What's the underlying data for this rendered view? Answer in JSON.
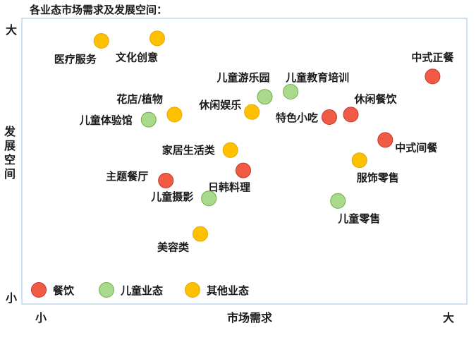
{
  "chart_data": {
    "type": "scatter",
    "title": "各业态市场需求及发展空间：",
    "xlabel": "市场需求",
    "ylabel": "发展空间",
    "x_min_label": "小",
    "x_max_label": "大",
    "y_min_label": "小",
    "y_max_label": "大",
    "xlim": [
      0,
      100
    ],
    "ylim": [
      0,
      100
    ],
    "grid": false,
    "legend_position": "bottom-left",
    "series": [
      {
        "name": "餐饮",
        "color": "#F15A45",
        "points": [
          {
            "label": "中式正餐",
            "x": 94,
            "y": 81
          },
          {
            "label": "休闲餐饮",
            "x": 75,
            "y": 66
          },
          {
            "label": "特色小吃",
            "x": 70,
            "y": 65
          },
          {
            "label": "中式间餐",
            "x": 83,
            "y": 56
          },
          {
            "label": "日韩料理",
            "x": 50,
            "y": 44
          },
          {
            "label": "主题餐厅",
            "x": 32,
            "y": 40
          }
        ]
      },
      {
        "name": "儿童业态",
        "color": "#A9D98A",
        "points": [
          {
            "label": "儿童教育培训",
            "x": 61,
            "y": 75
          },
          {
            "label": "儿童游乐园",
            "x": 55,
            "y": 73
          },
          {
            "label": "儿童体验馆",
            "x": 28,
            "y": 64
          },
          {
            "label": "儿童摄影",
            "x": 42,
            "y": 33
          },
          {
            "label": "儿童零售",
            "x": 72,
            "y": 32
          }
        ]
      },
      {
        "name": "其他业态",
        "color": "#FFC000",
        "points": [
          {
            "label": "文化创意",
            "x": 30,
            "y": 96
          },
          {
            "label": "医疗服务",
            "x": 17,
            "y": 95
          },
          {
            "label": "休闲娱乐",
            "x": 52,
            "y": 67
          },
          {
            "label": "花店/植物",
            "x": 34,
            "y": 66
          },
          {
            "label": "家居生活类",
            "x": 47,
            "y": 52
          },
          {
            "label": "服饰零售",
            "x": 77,
            "y": 48
          },
          {
            "label": "美容类",
            "x": 40,
            "y": 19
          }
        ]
      }
    ]
  }
}
